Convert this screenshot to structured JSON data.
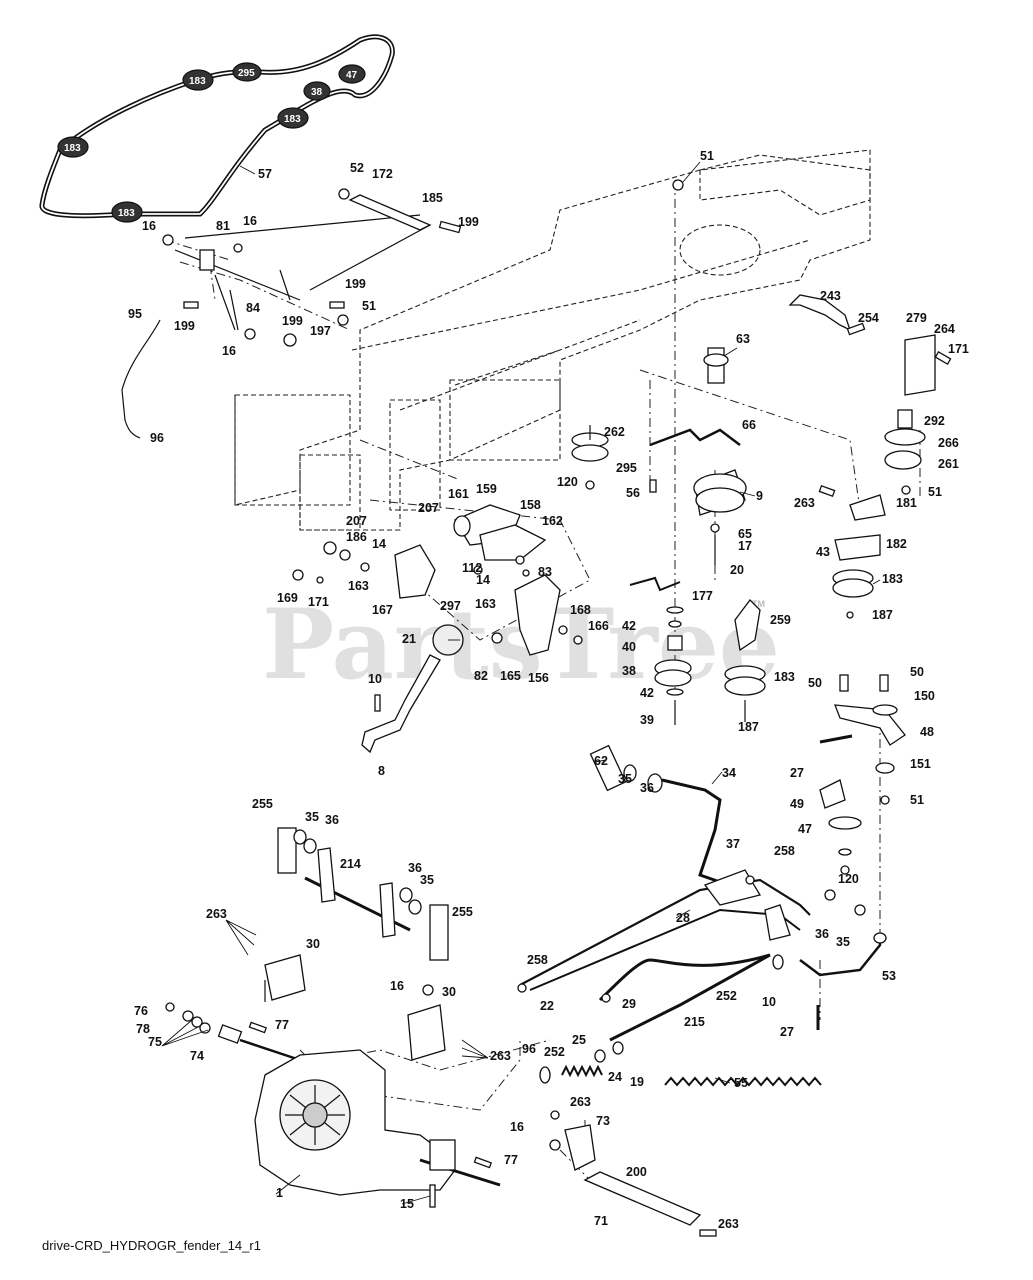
{
  "diagram_id": "drive-CRD_HYDROGR_fender_14_r1",
  "watermark": "PartsTree",
  "watermark_tm": "TM",
  "belt_pulley_labels": [
    "183",
    "295",
    "38",
    "47",
    "183",
    "183",
    "183"
  ],
  "callouts": [
    "57",
    "51",
    "52",
    "172",
    "185",
    "16",
    "81",
    "199",
    "16",
    "199",
    "51",
    "84",
    "199",
    "197",
    "95",
    "199",
    "16",
    "96",
    "63",
    "243",
    "254",
    "279",
    "264",
    "171",
    "292",
    "262",
    "295",
    "66",
    "266",
    "261",
    "120",
    "56",
    "9",
    "263",
    "181",
    "51",
    "161",
    "159",
    "158",
    "207",
    "162",
    "65",
    "17",
    "207",
    "186",
    "14",
    "112",
    "14",
    "163",
    "182",
    "43",
    "20",
    "183",
    "169",
    "171",
    "167",
    "297",
    "163",
    "83",
    "168",
    "166",
    "177",
    "42",
    "259",
    "187",
    "21",
    "82",
    "165",
    "156",
    "40",
    "38",
    "183",
    "10",
    "42",
    "50",
    "50",
    "150",
    "39",
    "187",
    "48",
    "8",
    "62",
    "35",
    "36",
    "34",
    "27",
    "151",
    "49",
    "51",
    "47",
    "37",
    "255",
    "35",
    "36",
    "258",
    "120",
    "214",
    "36",
    "35",
    "28",
    "255",
    "36",
    "35",
    "263",
    "30",
    "258",
    "22",
    "29",
    "252",
    "10",
    "53",
    "16",
    "30",
    "76",
    "77",
    "78",
    "75",
    "215",
    "27",
    "74",
    "263",
    "96",
    "252",
    "25",
    "24",
    "19",
    "55",
    "263",
    "73",
    "16",
    "77",
    "200",
    "15",
    "1",
    "71",
    "263"
  ]
}
